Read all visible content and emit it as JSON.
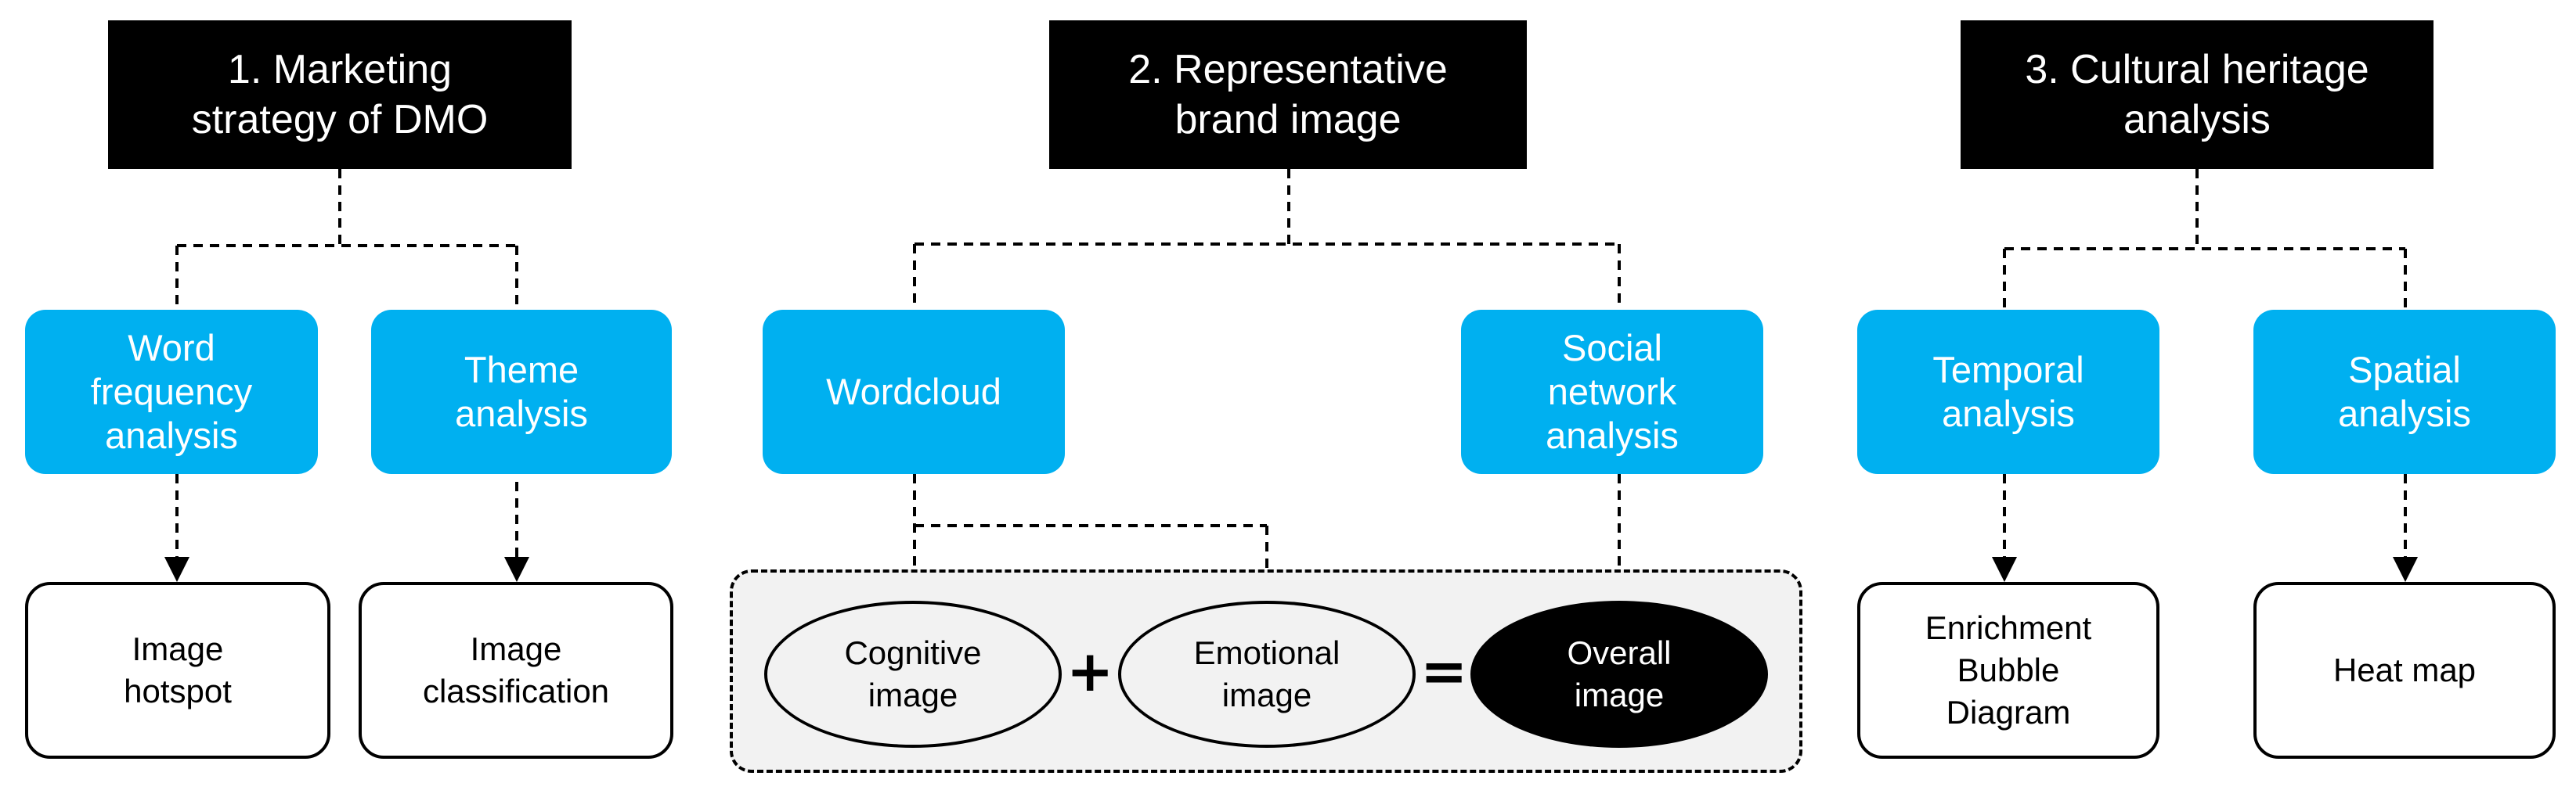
{
  "colors": {
    "header_bg": "#000000",
    "header_text": "#ffffff",
    "method_bg": "#00b0f0",
    "method_text": "#ffffff",
    "result_border": "#000000",
    "group_bg": "#f2f2f2",
    "overall_bg": "#000000"
  },
  "columns": [
    {
      "header": "1. Marketing\nstrategy of DMO",
      "methods": [
        "Word\nfrequency\nanalysis",
        "Theme\nanalysis"
      ],
      "results": [
        "Image\nhotspot",
        "Image\nclassification"
      ]
    },
    {
      "header": "2. Representative\nbrand image",
      "methods": [
        "Wordcloud",
        "Social\nnetwork\nanalysis"
      ],
      "results": {
        "cognitive": "Cognitive\nimage",
        "plus": "+",
        "emotional": "Emotional\nimage",
        "equals": "=",
        "overall": "Overall\nimage"
      }
    },
    {
      "header": "3. Cultural heritage\nanalysis",
      "methods": [
        "Temporal\nanalysis",
        "Spatial\nanalysis"
      ],
      "results": [
        "Enrichment\nBubble\nDiagram",
        "Heat map"
      ]
    }
  ]
}
